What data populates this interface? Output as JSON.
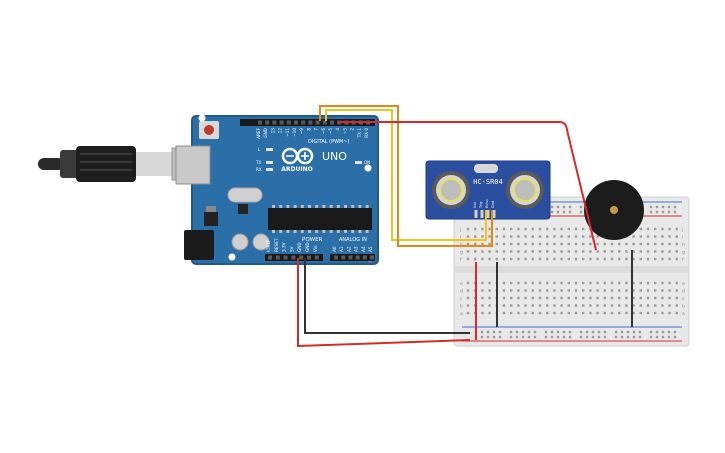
{
  "arduino": {
    "brand": "ARDUINO",
    "model": "UNO",
    "digital_header": "DIGITAL (PWM~)",
    "power_header": "POWER",
    "analog_header": "ANALOG IN",
    "led_l": "L",
    "led_tx": "TX",
    "led_rx": "RX",
    "on_label": "ON",
    "digital_pins": [
      "AREF",
      "GND",
      "13",
      "12",
      "~11",
      "~10",
      "~9",
      "8",
      "7",
      "~6",
      "~5",
      "4",
      "~3",
      "2",
      "TX 1",
      "RX 0"
    ],
    "power_pins": [
      "IOREF",
      "RESET",
      "3.3V",
      "5V",
      "GND",
      "GND",
      "Vin"
    ],
    "analog_pins": [
      "A0",
      "A1",
      "A2",
      "A3",
      "A4",
      "A5"
    ]
  },
  "sensor": {
    "model": "HC-SR04",
    "pins": [
      "Vcc",
      "Trig",
      "Echo",
      "Gnd"
    ]
  },
  "breadboard": {
    "row_letters_top": [
      "j",
      "i",
      "h",
      "g",
      "f"
    ],
    "row_letters_bottom": [
      "e",
      "d",
      "c",
      "b",
      "a"
    ]
  },
  "colors": {
    "board": "#2a6fa8",
    "board_dark": "#1f5a8a",
    "wire_red": "#d42b2b",
    "wire_black": "#333333",
    "wire_orange": "#e0891a",
    "wire_yellow": "#f2c318",
    "sensor_board": "#2b4fa0",
    "buzzer": "#1c1c1c"
  }
}
